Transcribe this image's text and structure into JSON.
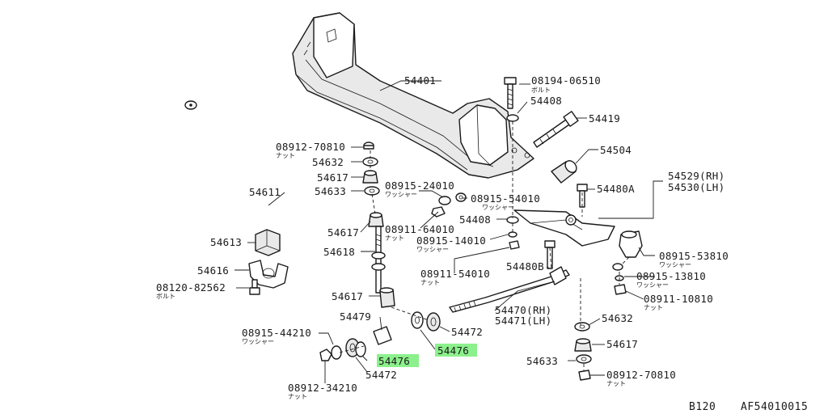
{
  "labels": {
    "p54401": "54401",
    "p08194_06510": "08194-06510",
    "p08194_sub": "ボルト",
    "p54408a": "54408",
    "p54419": "54419",
    "p54504": "54504",
    "p54529": "54529(RH)",
    "p54530": "54530(LH)",
    "p54480a": "54480A",
    "p08912_70810a": "08912-70810",
    "p08912_sub_a": "ナット",
    "p54632a": "54632",
    "p54617a": "54617",
    "p54633a": "54633",
    "p54611": "54611",
    "p54617b": "54617",
    "p54618": "54618",
    "p54613": "54613",
    "p54616": "54616",
    "p08120_82562": "08120-82562",
    "p08120_sub": "ボルト",
    "p54617c": "54617",
    "p54479": "54479",
    "p08915_44210": "08915-44210",
    "p08915_44210_sub": "ワッシャー",
    "p54476a": "54476",
    "p54472a": "54472",
    "p08912_34210": "08912-34210",
    "p08912_34210_sub": "ナット",
    "p54476b": "54476",
    "p54472b": "54472",
    "p08915_24010": "08915-24010",
    "p08915_24010_sub": "ワッシャー",
    "p08911_64010": "08911-64010",
    "p08911_64010_sub": "ナット",
    "p08915_54010": "08915-54010",
    "p08915_54010_sub": "ワッシャー",
    "p54408b": "54408",
    "p08915_14010": "08915-14010",
    "p08915_14010_sub": "ワッシャー",
    "p08911_54010": "08911-54010",
    "p08911_54010_sub": "ナット",
    "p54480b": "54480B",
    "p54470": "54470(RH)",
    "p54471": "54471(LH)",
    "p08915_53810": "08915-53810",
    "p08915_53810_sub": "ワッシャー",
    "p08915_13810": "08915-13810",
    "p08915_13810_sub": "ワッシャー",
    "p08911_10810": "08911-10810",
    "p08911_10810_sub": "ナット",
    "p54632b": "54632",
    "p54617d": "54617",
    "p54633b": "54633",
    "p08912_70810b": "08912-70810",
    "p08912_sub_b": "ナット"
  },
  "footer": {
    "code": "B120",
    "diagram_id": "AF54010015"
  },
  "colors": {
    "highlight": "#8cf08c",
    "ink": "#1a1a1a"
  }
}
